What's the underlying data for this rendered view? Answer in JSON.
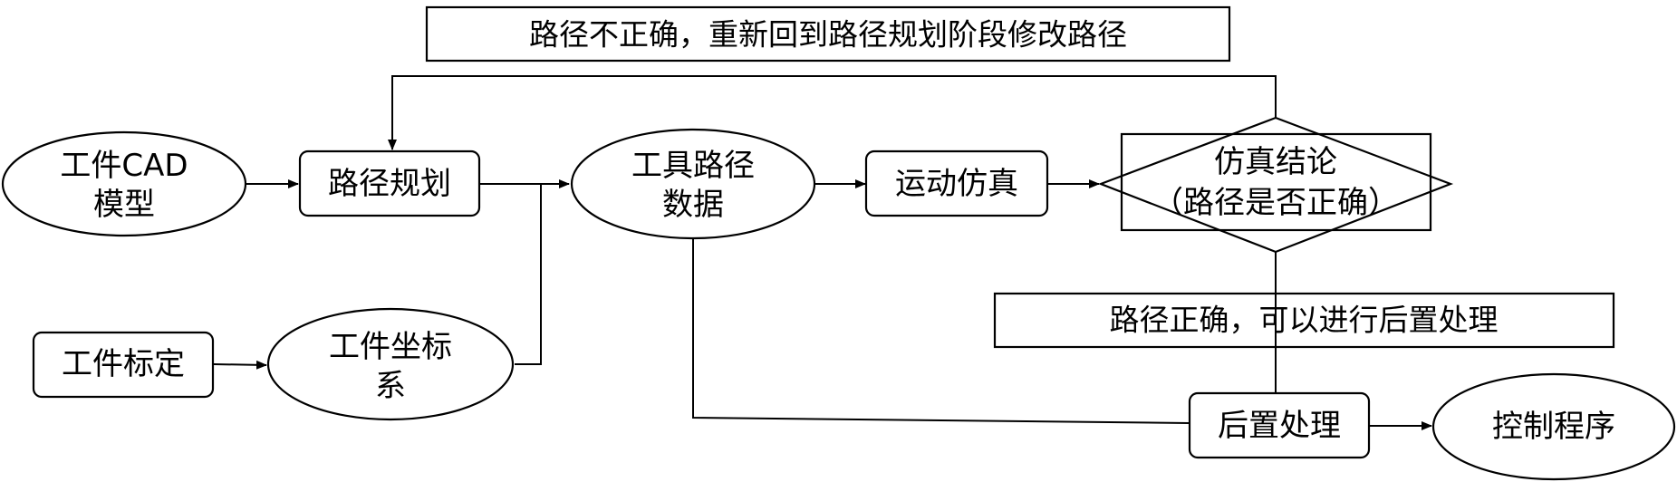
{
  "nodes": {
    "workpiece_cad_model": {
      "line1": "工件CAD",
      "line2": "模型"
    },
    "path_planning": {
      "label": "路径规划"
    },
    "tool_path_data": {
      "line1": "工具路径",
      "line2": "数据"
    },
    "motion_simulation": {
      "label": "运动仿真"
    },
    "simulation_conclusion": {
      "line1": "仿真结论",
      "line2": "（路径是否正确）"
    },
    "workpiece_calibration": {
      "label": "工件标定"
    },
    "workpiece_coordinate_system": {
      "line1": "工件坐标",
      "line2": "系"
    },
    "post_processing": {
      "label": "后置处理"
    },
    "control_program": {
      "label": "控制程序"
    }
  },
  "notes": {
    "path_incorrect": "路径不正确，重新回到路径规划阶段修改路径",
    "path_correct": "路径正确，可以进行后置处理"
  },
  "colors": {
    "stroke": "#000000",
    "fill": "#ffffff"
  }
}
